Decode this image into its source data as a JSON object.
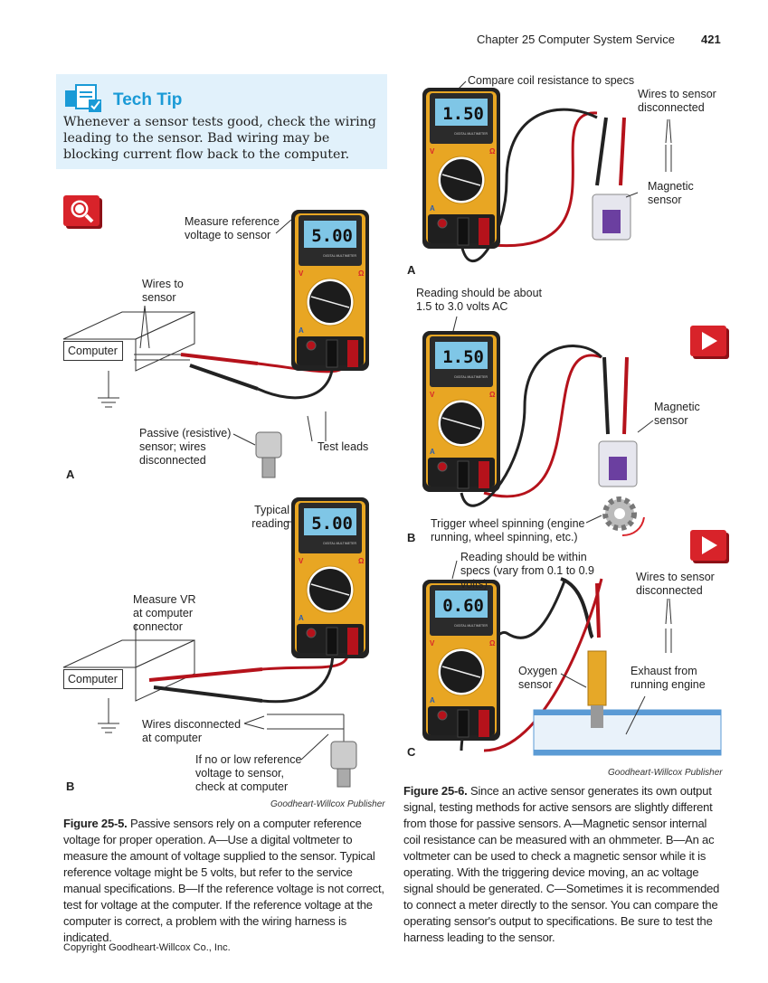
{
  "header": {
    "chapter": "Chapter 25  Computer System Service",
    "page": "421"
  },
  "tech_tip": {
    "title": "Tech Tip",
    "icon": "clipboard-check-icon",
    "text": "Whenever a sensor tests good, check the wiring leading to the sensor. Bad wiring may be blocking current flow back to the computer."
  },
  "fig5": {
    "a": {
      "letter": "A",
      "reading": "5.00",
      "labels": {
        "measure": "Measure reference voltage to sensor",
        "wires": "Wires to sensor",
        "computer": "Computer",
        "passive": "Passive (resistive) sensor; wires disconnected",
        "leads": "Test leads"
      },
      "icon": "magnify-icon"
    },
    "b": {
      "letter": "B",
      "reading": "5.00",
      "labels": {
        "typical": "Typical reading",
        "measure_vr": "Measure VR at computer connector",
        "computer": "Computer",
        "wires_disc": "Wires disconnected at computer",
        "if_no": "If no or low reference voltage to sensor, check at computer"
      }
    },
    "credit": "Goodheart-Willcox Publisher",
    "caption_label": "Figure 25-5.",
    "caption": "Passive sensors rely on a computer reference voltage for proper operation. A—Use a digital voltmeter to measure the amount of voltage supplied to the sensor. Typical reference voltage might be 5 volts, but refer to the service manual specifications. B—If the reference voltage is not correct, test for voltage at the computer. If the reference voltage at the computer is correct, a problem with the wiring harness is indicated."
  },
  "fig6": {
    "a": {
      "letter": "A",
      "reading": "1.50",
      "labels": {
        "compare": "Compare coil resistance to specs",
        "wires": "Wires to sensor disconnected",
        "magnetic": "Magnetic sensor"
      }
    },
    "b": {
      "letter": "B",
      "reading": "1.50",
      "labels": {
        "reading": "Reading should be about 1.5 to 3.0 volts AC",
        "magnetic": "Magnetic sensor",
        "trigger": "Trigger wheel spinning (engine running, wheel spinning, etc.)"
      },
      "icon": "play-icon"
    },
    "c": {
      "letter": "C",
      "reading": "0.60",
      "labels": {
        "reading": "Reading should be within specs (vary from 0.1 to 0.9 volts)",
        "wires": "Wires to sensor disconnected",
        "oxygen": "Oxygen sensor",
        "exhaust": "Exhaust from running engine"
      },
      "icon": "play-icon"
    },
    "credit": "Goodheart-Willcox Publisher",
    "caption_label": "Figure 25-6.",
    "caption": "Since an active sensor generates its own output signal, testing methods for active sensors are slightly different from those for passive sensors. A—Magnetic sensor internal coil resistance can be measured with an ohmmeter. B—An ac voltmeter can be used to check a magnetic sensor while it is operating. With the triggering device moving, an ac voltage signal should be generated. C—Sometimes it is recommended to connect a meter directly to the sensor. You can compare the operating sensor's output to specifications. Be sure to test the harness leading to the sensor."
  },
  "meter_text": "DIGITAL MULTIMETER",
  "colors": {
    "accent": "#1a9ad6",
    "tip_bg": "#e1f1fb",
    "meter": "#e8a623",
    "lead_red": "#b5121b",
    "icon_red": "#d8232a"
  },
  "footer": "Copyright Goodheart-Willcox Co., Inc."
}
